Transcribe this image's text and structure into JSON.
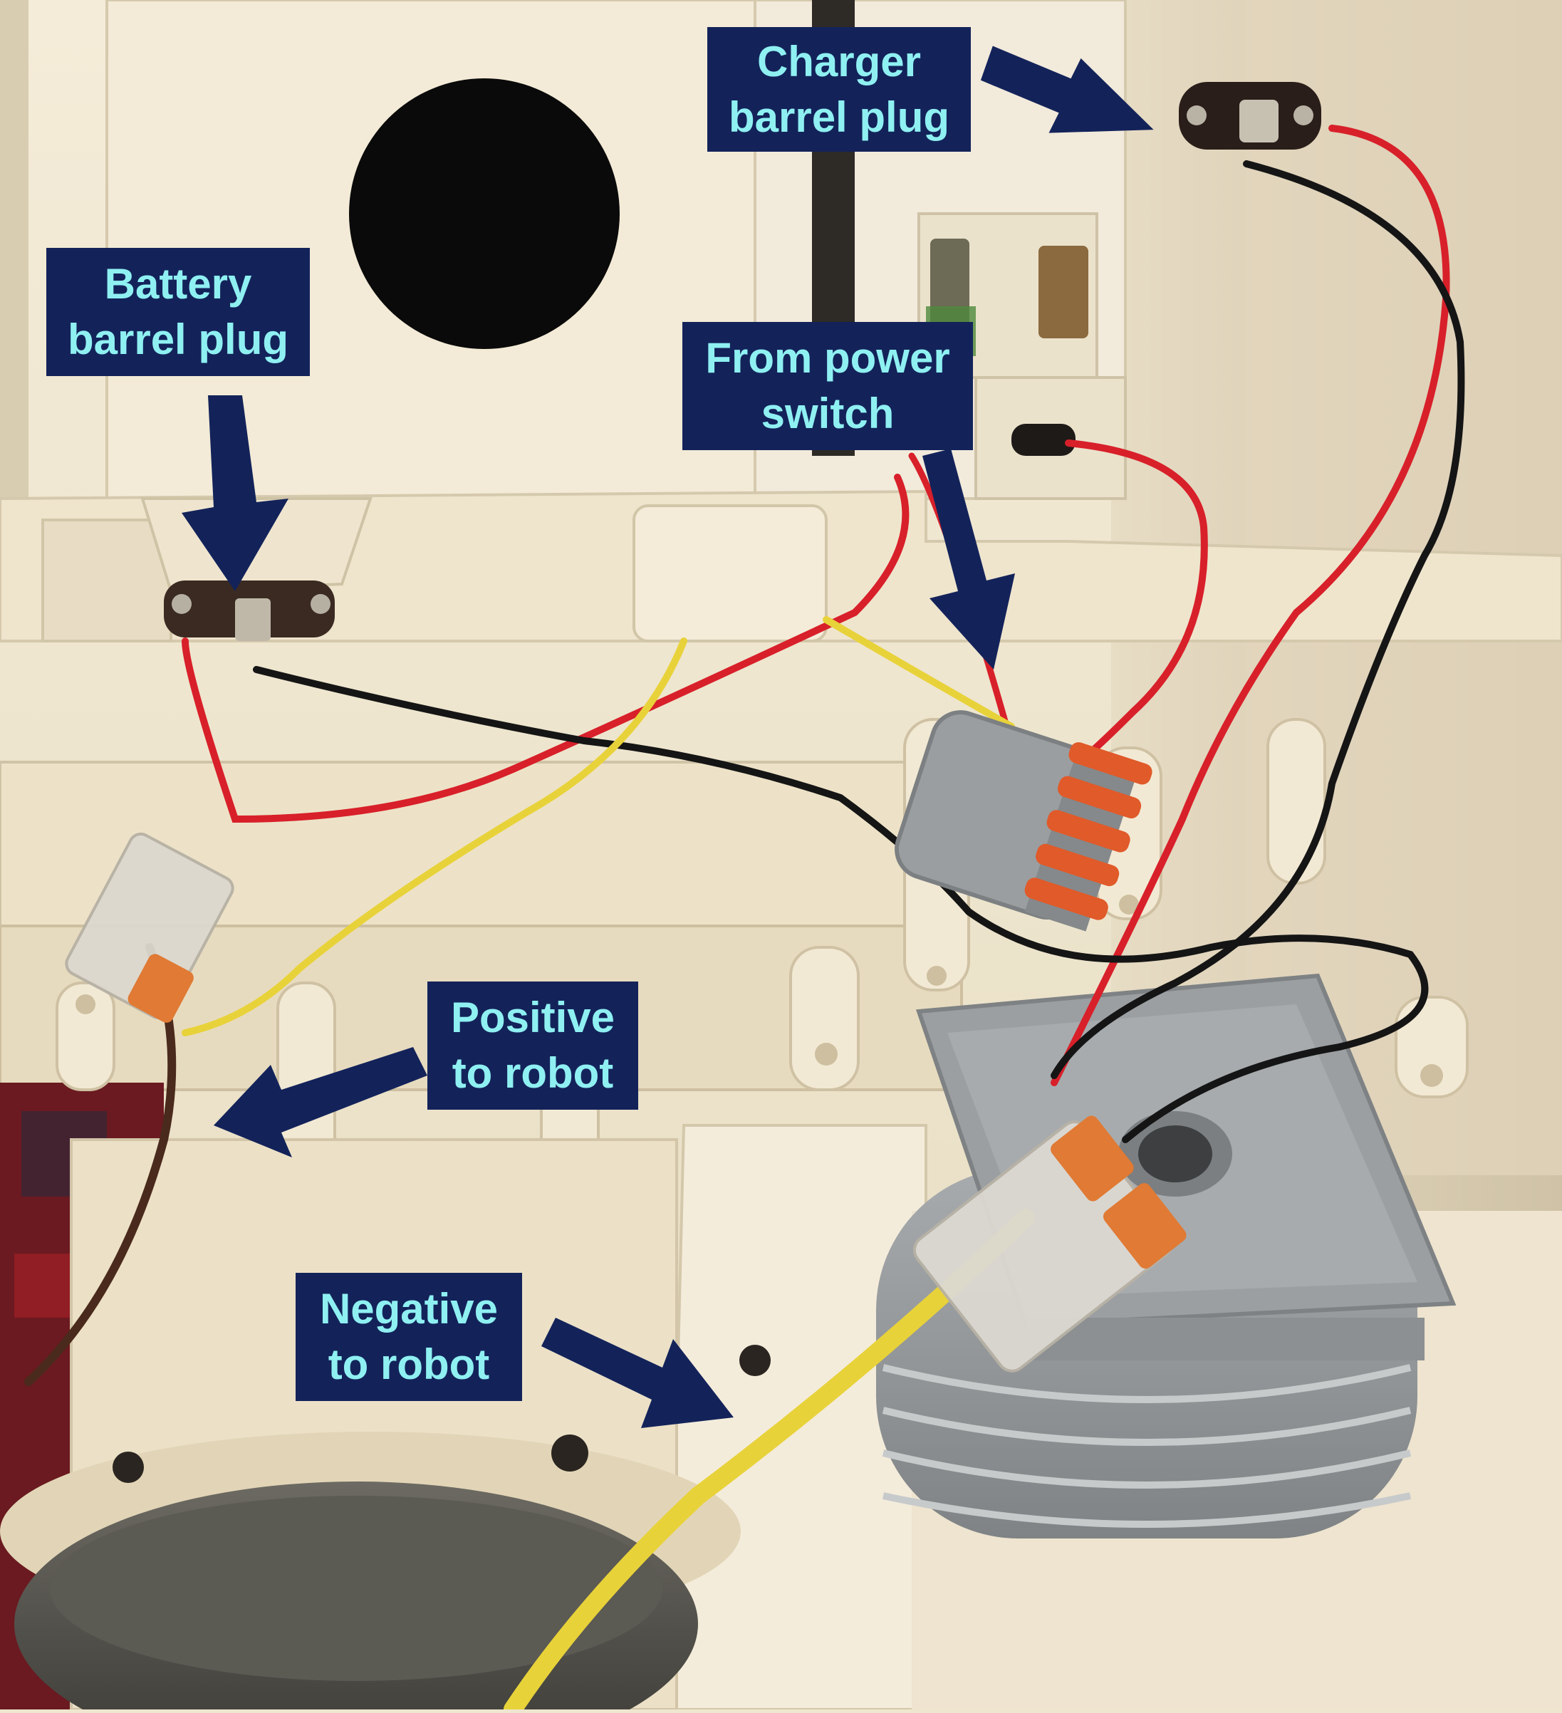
{
  "labels": {
    "charger": {
      "line1": "Charger",
      "line2": "barrel plug"
    },
    "battery": {
      "line1": "Battery",
      "line2": "barrel plug"
    },
    "power": {
      "line1": "From power",
      "line2": "switch"
    },
    "positive": {
      "line1": "Positive",
      "line2": "to robot"
    },
    "negative": {
      "line1": "Negative",
      "line2": "to robot"
    }
  },
  "colors": {
    "label_bg": "#13235a",
    "label_text": "#8ff0f2",
    "arrow": "#13235a",
    "red_wire": "#d8202a",
    "black_wire": "#151515",
    "yellow_wire": "#e8d23a",
    "brown_wire": "#4a2a1c",
    "plastic": "#efe6cf",
    "grey_part": "#8e9294",
    "orange_lever": "#e05a2a"
  }
}
